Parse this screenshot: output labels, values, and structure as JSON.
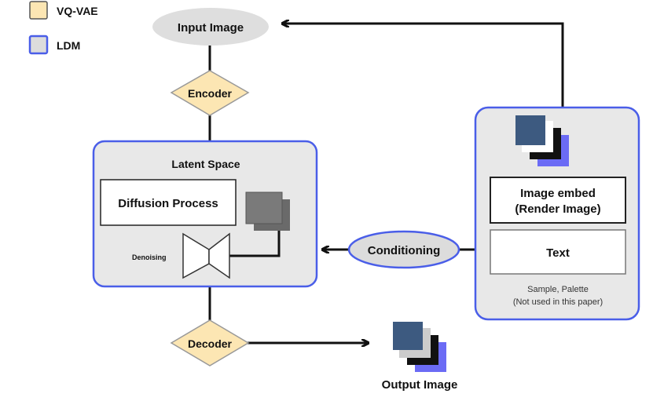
{
  "legend": {
    "items": [
      {
        "label": "VQ-VAE",
        "color": "#fce6b3"
      },
      {
        "label": "LDM",
        "color": "#dcdcdc",
        "border": "#4a5ee8"
      }
    ]
  },
  "nodes": {
    "input_image": "Input Image",
    "encoder": "Encoder",
    "latent_space": "Latent Space",
    "diffusion_process": "Diffusion Process",
    "denoising": "Denoising",
    "conditioning": "Conditioning",
    "image_embed_line1": "Image embed",
    "image_embed_line2": "(Render Image)",
    "text": "Text",
    "note_line1": "Sample, Palette",
    "note_line2": "(Not used in this paper)",
    "decoder": "Decoder",
    "output_image": "Output Image"
  },
  "colors": {
    "vqvae_fill": "#fce6b3",
    "ldm_fill": "#e8e8e8",
    "ldm_border": "#4a5ee8",
    "ellipse_fill": "#dedede",
    "conditioning_fill": "#dcdcdc",
    "arrow": "#111111",
    "stack_navy": "#3d5a80",
    "stack_black": "#111111",
    "stack_purple": "#6b6bf5",
    "stack_gray": "#6a6a6a"
  }
}
